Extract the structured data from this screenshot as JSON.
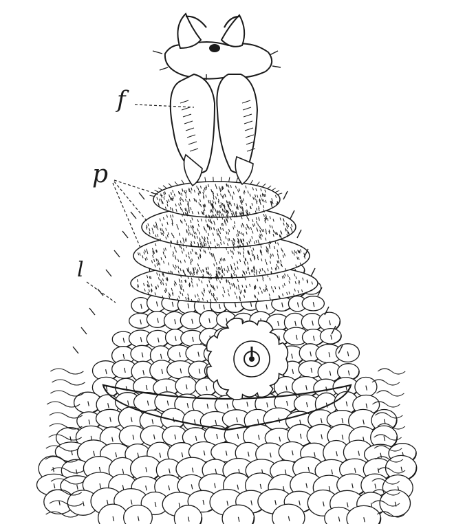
{
  "figure": {
    "labels": {
      "f": "f",
      "p": "p",
      "l": "l"
    },
    "ink_color": "#1a1a1a",
    "paper_color": "#ffffff"
  }
}
